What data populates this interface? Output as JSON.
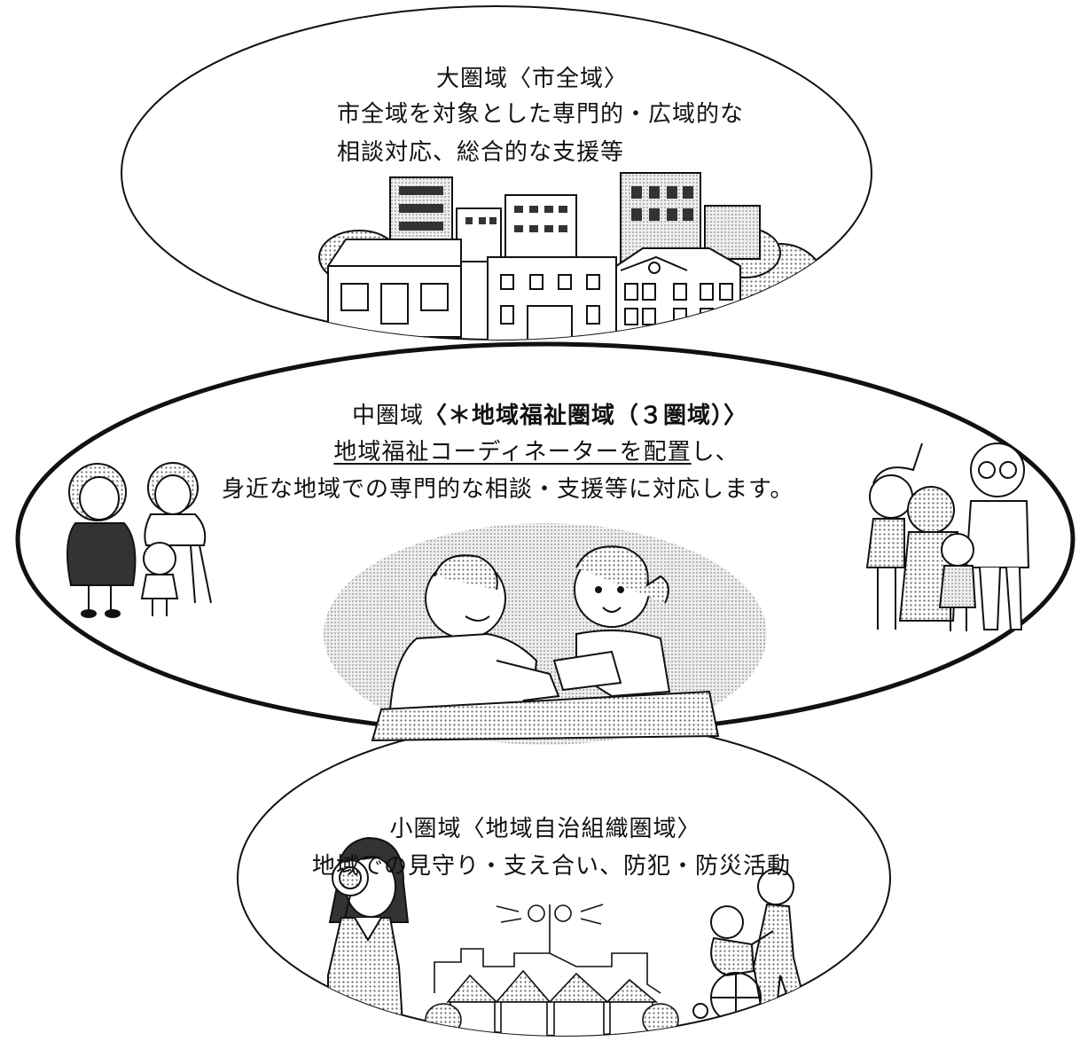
{
  "large_zone": {
    "title": "大圏域〈市全域〉",
    "line1": "市全域を対象とした専門的・広域的な",
    "line2": "相談対応、総合的な支援等"
  },
  "middle_zone": {
    "title_prefix": "中圏域",
    "title_bold": "〈＊地域福祉圏域（３圏域）〉",
    "line1_underlined": "地域福祉コーディネーターを配置",
    "line1_rest": "し、",
    "line2": "身近な地域での専門的な相談・支援等に対応します。"
  },
  "small_zone": {
    "title": "小圏域〈地域自治組織圏域〉",
    "line1": "地域での見守り・支え合い、防犯・防災活動"
  },
  "illustrations": {
    "large": "city-buildings-illustration",
    "middle_center": "consultation-handshake-illustration",
    "middle_left": "family-group-illustration",
    "middle_right": "multi-generation-family-illustration",
    "small_left": "woman-with-magnifier-illustration",
    "small_center": "neighborhood-with-siren-illustration",
    "small_right": "wheelchair-care-illustration"
  }
}
